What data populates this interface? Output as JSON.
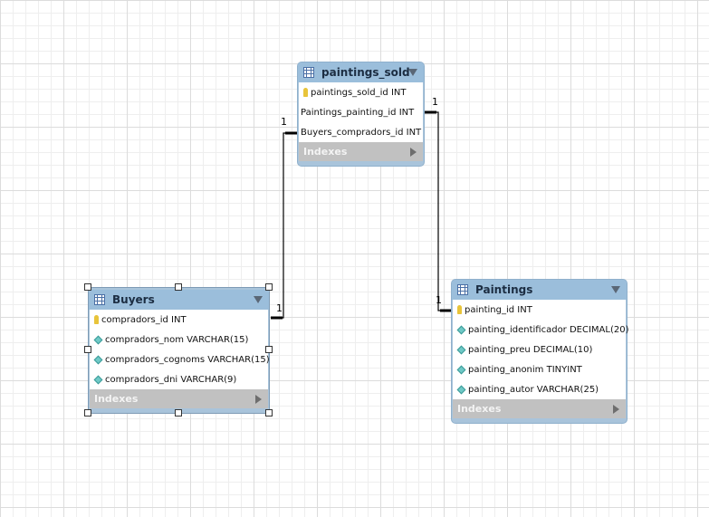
{
  "diagram": {
    "tables": {
      "paintings_sold": {
        "title": "paintings_sold",
        "columns": [
          {
            "text": "paintings_sold_id INT",
            "icon": "key-icon"
          },
          {
            "text": "Paintings_painting_id INT",
            "icon": "none"
          },
          {
            "text": "Buyers_compradors_id INT",
            "icon": "none"
          }
        ],
        "indexes_label": "Indexes"
      },
      "buyers": {
        "title": "Buyers",
        "columns": [
          {
            "text": "compradors_id INT",
            "icon": "key-icon"
          },
          {
            "text": "compradors_nom VARCHAR(15)",
            "icon": "diamond-icon"
          },
          {
            "text": "compradors_cognoms VARCHAR(15)",
            "icon": "diamond-icon"
          },
          {
            "text": "compradors_dni VARCHAR(9)",
            "icon": "diamond-icon"
          }
        ],
        "indexes_label": "Indexes",
        "selected": true
      },
      "paintings": {
        "title": "Paintings",
        "columns": [
          {
            "text": "painting_id INT",
            "icon": "key-icon"
          },
          {
            "text": "painting_identificador DECIMAL(20)",
            "icon": "diamond-icon"
          },
          {
            "text": "painting_preu DECIMAL(10)",
            "icon": "diamond-icon"
          },
          {
            "text": "painting_anonim TINYINT",
            "icon": "diamond-icon"
          },
          {
            "text": "painting_autor VARCHAR(25)",
            "icon": "diamond-icon"
          }
        ],
        "indexes_label": "Indexes"
      }
    },
    "relationships": [
      {
        "from": "paintings_sold",
        "to": "buyers",
        "from_cardinality": "1",
        "to_cardinality": "1"
      },
      {
        "from": "paintings_sold",
        "to": "paintings",
        "from_cardinality": "1",
        "to_cardinality": "1"
      }
    ],
    "colors": {
      "table_header": "#9bbedb",
      "indexes_bar": "#c1c1c1",
      "key_icon": "#e8c43a",
      "column_icon": "#6fc9c6",
      "connector": "#000000"
    }
  }
}
